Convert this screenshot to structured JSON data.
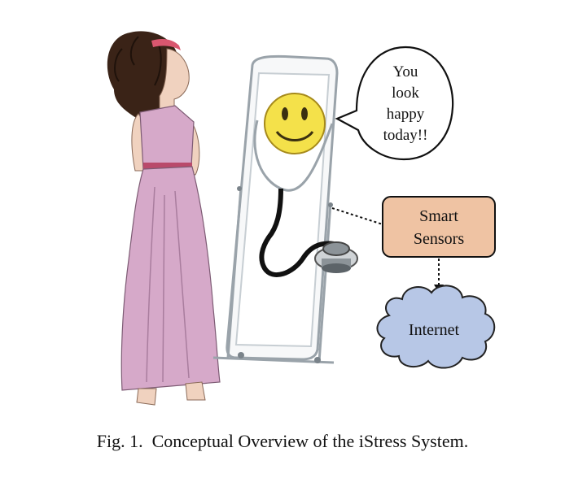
{
  "speech_bubble": {
    "lines": [
      "You",
      "look",
      "happy",
      "today!!"
    ]
  },
  "sensors_box": {
    "lines": [
      "Smart",
      "Sensors"
    ]
  },
  "cloud": {
    "label": "Internet"
  },
  "caption": {
    "label": "Fig. 1.",
    "text": "Conceptual Overview of the iStress System."
  },
  "colors": {
    "dress": "#d6a9c9",
    "dress_shadow": "#a97d9e",
    "skin": "#f0d2bf",
    "hair": "#3a2317",
    "headband": "#d9576f",
    "belt": "#b94a6b",
    "sensor_box_fill": "#efc3a3",
    "cloud_fill": "#b7c7e6",
    "smiley_fill": "#f4e14a",
    "mirror_frame": "#dfe3e6"
  },
  "icons": [
    "smiley-face-icon",
    "stethoscope-icon",
    "woman-figure",
    "mirror-frame",
    "cloud-shape"
  ]
}
